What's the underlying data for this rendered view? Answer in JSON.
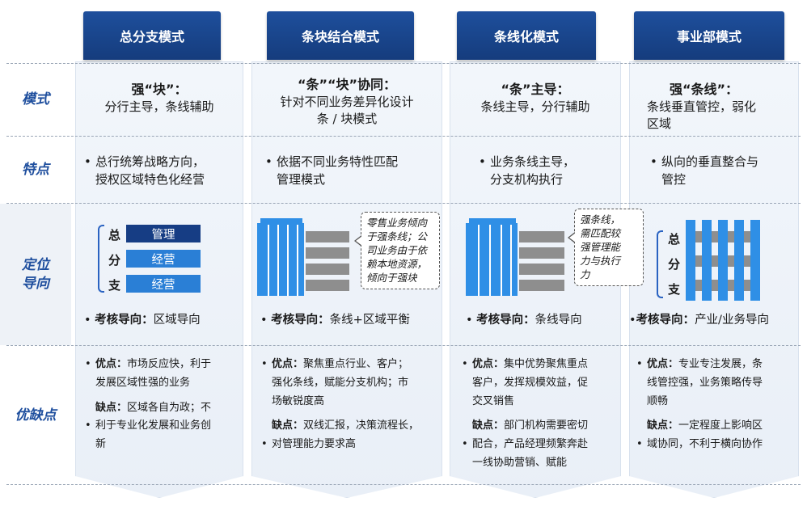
{
  "colors": {
    "header": "#1a4589",
    "label": "#1f4f9e",
    "bar_dark": "#163d84",
    "bar_light": "#2a7fd6",
    "vbar": "#2f8fe6",
    "hbar_gray": "#8e8e8e"
  },
  "columns": [
    {
      "header": "总分支模式"
    },
    {
      "header": "条块结合模式"
    },
    {
      "header": "条线化模式"
    },
    {
      "header": "事业部模式"
    }
  ],
  "row_labels": {
    "mode": "模式",
    "feature": "特点",
    "positioning_line1": "定位",
    "positioning_line2": "导向",
    "proscons": "优缺点"
  },
  "mode_row": [
    {
      "line1": "强“块”：",
      "line2": "分行主导，条线辅助",
      "line3": ""
    },
    {
      "line1": "“条”“块”协同：",
      "line2": "针对不同业务差异化设计",
      "line3": "条 / 块模式"
    },
    {
      "line1": "“条”主导：",
      "line2": "条线主导，分行辅助",
      "line3": ""
    },
    {
      "line1": "强“条线”：",
      "line2": "条线垂直管控，弱化",
      "line3": "区域"
    }
  ],
  "feature_row": [
    {
      "line1": "总行统筹战略方向，",
      "line2": "授权区域特色化经营"
    },
    {
      "line1": "依据不同业务特性匹配",
      "line2": "管理模式"
    },
    {
      "line1": "业务条线主导，",
      "line2": "分支机构执行"
    },
    {
      "line1": "纵向的垂直整合与",
      "line2": "管控"
    }
  ],
  "positioning_row": {
    "levels": [
      {
        "letter": "总",
        "bar": "管理"
      },
      {
        "letter": "分",
        "bar": "经营"
      },
      {
        "letter": "支",
        "bar": "经营"
      }
    ],
    "callout_blocks": [
      "零售业务倾向",
      "于强条线；公",
      "司业务由于依",
      "赖本地资源，",
      "倾向于强块"
    ],
    "callout_lines": [
      "强条线，",
      "需匹配较",
      "强管理能",
      "力与执行",
      "力"
    ],
    "division_levels": [
      "总",
      "分",
      "支"
    ],
    "assess_label": "考核导向：",
    "assess_values": [
      "区域导向",
      "条线+区域平衡",
      "条线导向",
      "产业/业务导向"
    ]
  },
  "proscons_row": [
    {
      "pro_label": "优点：",
      "pro_lines": [
        "市场反应快，利于",
        "发展区域性强的业务"
      ],
      "con_label": "缺点：",
      "con_lines": [
        "区域各自为政；不",
        "利于专业化发展和业务创",
        "新"
      ]
    },
    {
      "pro_label": "优点：",
      "pro_lines": [
        "聚焦重点行业、客户；",
        "强化条线，赋能分支机构；市",
        "场敏锐度高"
      ],
      "con_label": "缺点：",
      "con_lines": [
        "双线汇报，决策流程长，",
        "对管理能力要求高"
      ]
    },
    {
      "pro_label": "优点：",
      "pro_lines": [
        "集中优势聚焦重点",
        "客户，发挥规模效益，促",
        "交叉销售"
      ],
      "con_label": "缺点：",
      "con_lines": [
        "部门机构需要密切",
        "配合，产品经理频繁奔赴",
        "一线协助营销、赋能"
      ]
    },
    {
      "pro_label": "优点：",
      "pro_lines": [
        "专业专注发展，条",
        "线管控强，业务策略传导",
        "顺畅"
      ],
      "con_label": "缺点：",
      "con_lines": [
        "一定程度上影响区",
        "域协同，不利于横向协作"
      ]
    }
  ]
}
